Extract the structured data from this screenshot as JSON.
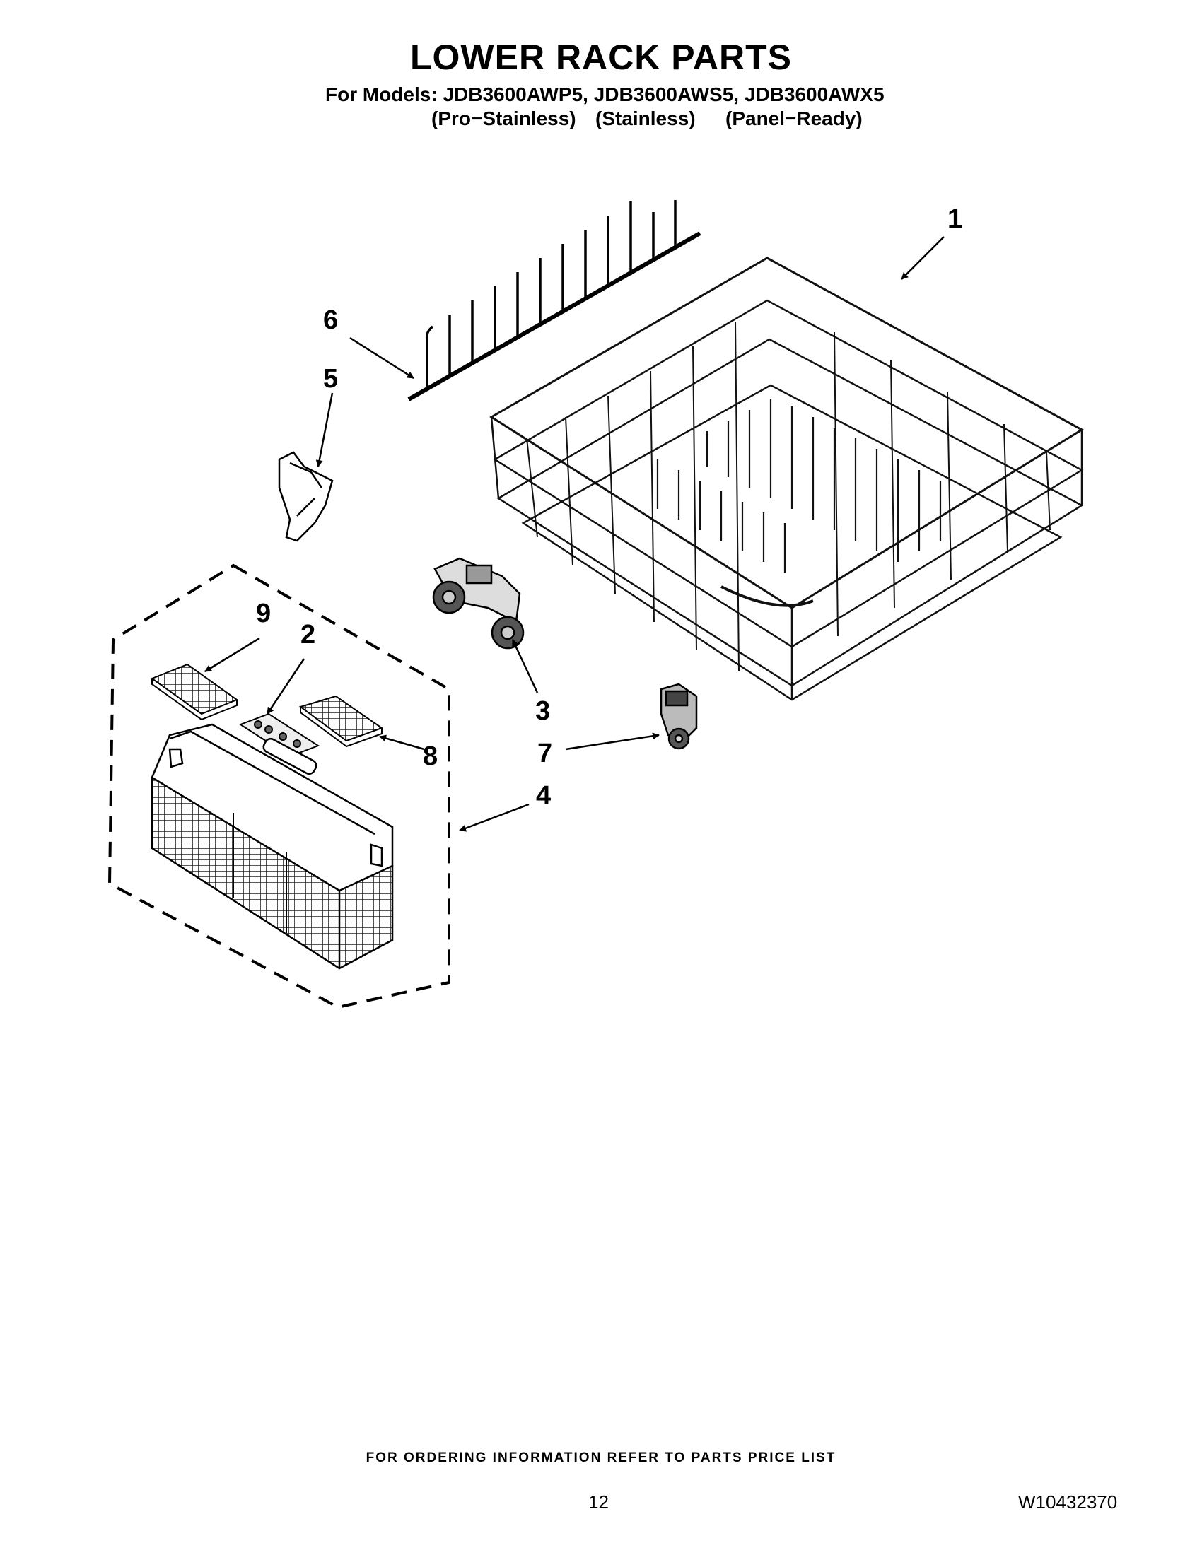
{
  "header": {
    "title": "LOWER RACK PARTS",
    "models_line": "For Models: JDB3600AWP5, JDB3600AWS5, JDB3600AWX5",
    "variants": [
      "(Pro−Stainless)",
      "(Stainless)",
      "(Panel−Ready)"
    ]
  },
  "callouts": [
    "1",
    "2",
    "3",
    "4",
    "5",
    "6",
    "7",
    "8",
    "9"
  ],
  "footer": {
    "ordering_note": "FOR ORDERING INFORMATION REFER TO PARTS PRICE LIST",
    "page_number": "12",
    "document_id": "W10432370"
  }
}
